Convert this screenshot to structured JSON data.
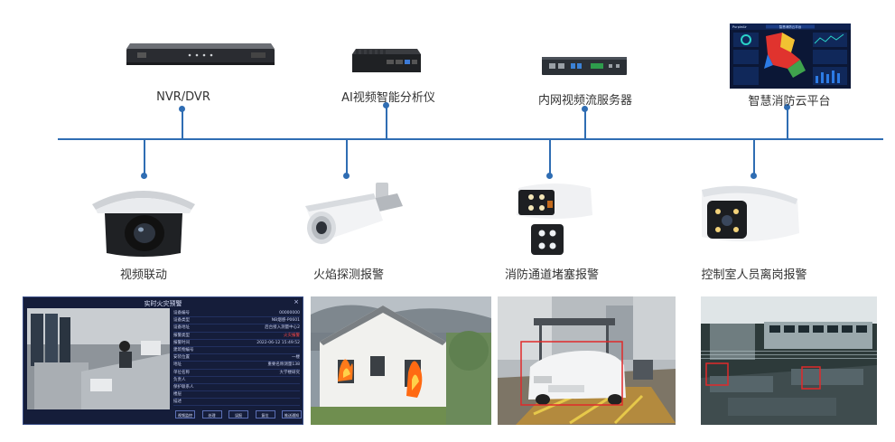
{
  "top_devices": [
    {
      "label": "NVR/DVR"
    },
    {
      "label": "AI视频智能分析仪"
    },
    {
      "label": "内网视频流服务器"
    },
    {
      "label": "智慧消防云平台"
    }
  ],
  "bottom_devices": [
    {
      "label": "视频联动"
    },
    {
      "label": "火焰探测报警"
    },
    {
      "label": "消防通道堵塞报警"
    },
    {
      "label": "控制室人员离岗报警"
    }
  ],
  "alarm_panel": {
    "title": "实时火灾预警",
    "close": "×",
    "rows": [
      {
        "k": "设备编号",
        "v": "00000000"
      },
      {
        "k": "设备类型",
        "v": "NB烟感-P0601"
      },
      {
        "k": "设备地址",
        "v": "后台接入测量中心2"
      },
      {
        "k": "报警类型",
        "v": "火灾报警"
      },
      {
        "k": "报警时间",
        "v": "2022-06-12 15:49:52"
      },
      {
        "k": "建筑物编号",
        "v": ""
      },
      {
        "k": "安装位置",
        "v": "一楼"
      },
      {
        "k": "地址",
        "v": "重要名称测量138"
      },
      {
        "k": "单位名称",
        "v": "大学楼研究"
      },
      {
        "k": "负责人",
        "v": ""
      },
      {
        "k": "保护联系人",
        "v": ""
      },
      {
        "k": "楼层",
        "v": ""
      },
      {
        "k": "描述",
        "v": ""
      }
    ],
    "buttons": [
      "视频监控",
      "处理",
      "误报",
      "复位",
      "推送通知"
    ]
  },
  "monitor_screen": {
    "brand": "PurpleAir",
    "header": "智慧消防云平台"
  },
  "colors": {
    "line": "#2f6db3",
    "panel_bg": "#151d3a",
    "alarm_red": "#ff4a4a"
  }
}
